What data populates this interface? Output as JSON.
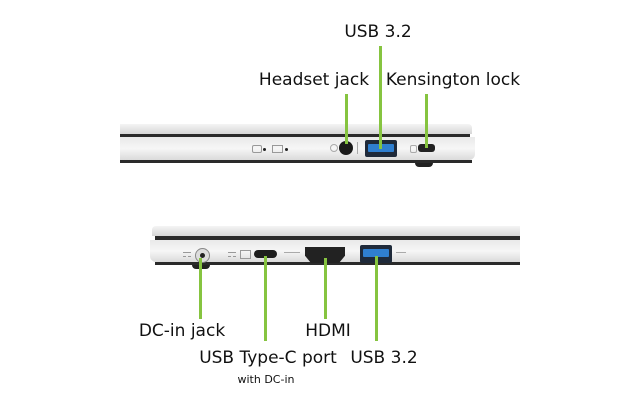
{
  "top_view": {
    "labels": {
      "usb": "USB 3.2",
      "headset": "Headset jack",
      "kensington": "Kensington lock"
    }
  },
  "bottom_view": {
    "labels": {
      "dc_in": "DC-in jack",
      "usb_c": "USB Type-C port",
      "usb_c_note": "with DC-in",
      "hdmi": "HDMI",
      "usb": "USB 3.2"
    }
  },
  "colors": {
    "callout_line": "#86c440",
    "usb_port": "#2f7fd0"
  }
}
